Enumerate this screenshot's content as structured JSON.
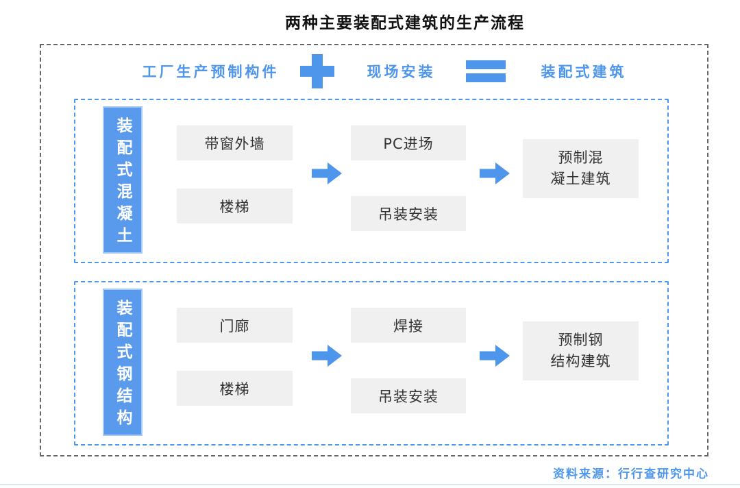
{
  "title": "两种主要装配式建筑的生产流程",
  "formula": {
    "factory_label": "工厂生产预制构件",
    "plus_icon": "plus",
    "site_label": "现场安装",
    "equals_icon": "equals",
    "result_label": "装配式建筑"
  },
  "sections": [
    {
      "label": "装配式混凝土",
      "factory_items": [
        "带窗外墙",
        "楼梯"
      ],
      "site_items": [
        "PC进场",
        "吊装安装"
      ],
      "result_lines": [
        "预制混",
        "凝土建筑"
      ],
      "arrow_icon": "arrow-right"
    },
    {
      "label": "装配式钢结构",
      "factory_items": [
        "门廊",
        "楼梯"
      ],
      "site_items": [
        "焊接",
        "吊装安装"
      ],
      "result_lines": [
        "预制钢",
        "结构建筑"
      ],
      "arrow_icon": "arrow-right"
    }
  ],
  "source": "资料来源：行行查研究中心",
  "colors": {
    "accent": "#4E95EC",
    "label_fill": "#5A9AEC",
    "label_border": "#A6CAF4",
    "box_fill": "#F0F0F0",
    "outer_border": "#666666",
    "text": "#333333",
    "title": "#111111",
    "bottom_line": "#DDE6F2"
  }
}
